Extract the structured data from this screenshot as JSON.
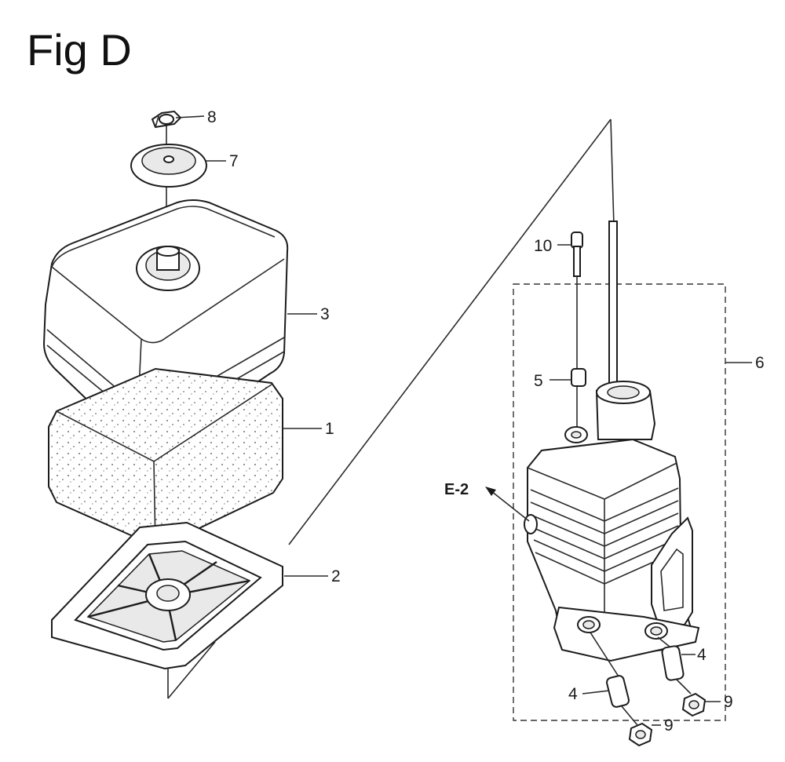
{
  "figure": {
    "title": "Fig D"
  },
  "callouts": {
    "c1": "1",
    "c2": "2",
    "c3": "3",
    "c4a": "4",
    "c4b": "4",
    "c5": "5",
    "c6": "6",
    "c7": "7",
    "c8": "8",
    "c9a": "9",
    "c9b": "9",
    "c10": "10",
    "ref_e2": "E-2"
  }
}
